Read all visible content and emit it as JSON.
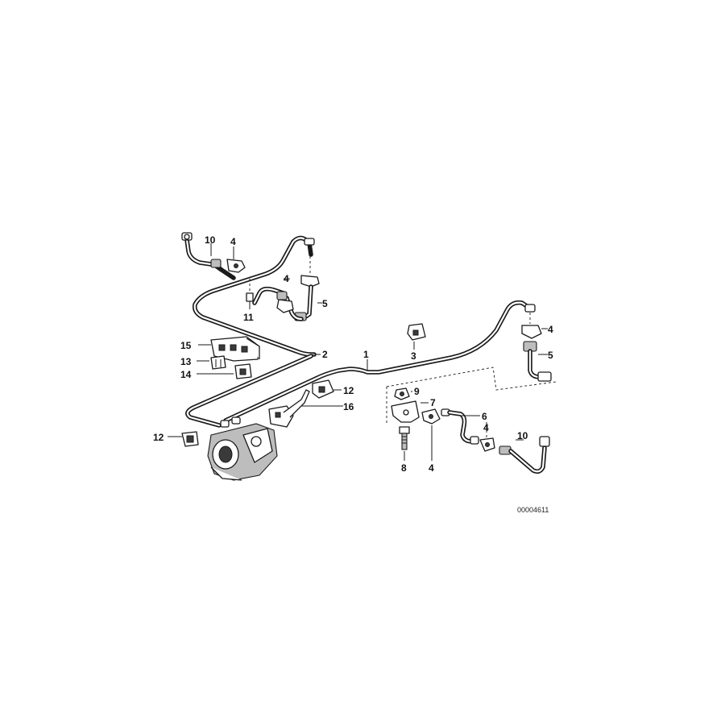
{
  "diagram": {
    "reference_number": "00004611",
    "callouts": [
      {
        "id": "c-10-left",
        "label": "10"
      },
      {
        "id": "c-4-topleft",
        "label": "4"
      },
      {
        "id": "c-11",
        "label": "11"
      },
      {
        "id": "c-4-midtop",
        "label": "4"
      },
      {
        "id": "c-5-midtop",
        "label": "5"
      },
      {
        "id": "c-15",
        "label": "15"
      },
      {
        "id": "c-13",
        "label": "13"
      },
      {
        "id": "c-14",
        "label": "14"
      },
      {
        "id": "c-2",
        "label": "2"
      },
      {
        "id": "c-1",
        "label": "1"
      },
      {
        "id": "c-3",
        "label": "3"
      },
      {
        "id": "c-4-right",
        "label": "4"
      },
      {
        "id": "c-5-right",
        "label": "5"
      },
      {
        "id": "c-12-mid",
        "label": "12"
      },
      {
        "id": "c-16",
        "label": "16"
      },
      {
        "id": "c-12-left",
        "label": "12"
      },
      {
        "id": "c-9",
        "label": "9"
      },
      {
        "id": "c-7",
        "label": "7"
      },
      {
        "id": "c-6",
        "label": "6"
      },
      {
        "id": "c-4-lowright",
        "label": "4"
      },
      {
        "id": "c-10-right",
        "label": "10"
      },
      {
        "id": "c-8",
        "label": "8"
      },
      {
        "id": "c-4-bottom",
        "label": "4"
      }
    ]
  }
}
